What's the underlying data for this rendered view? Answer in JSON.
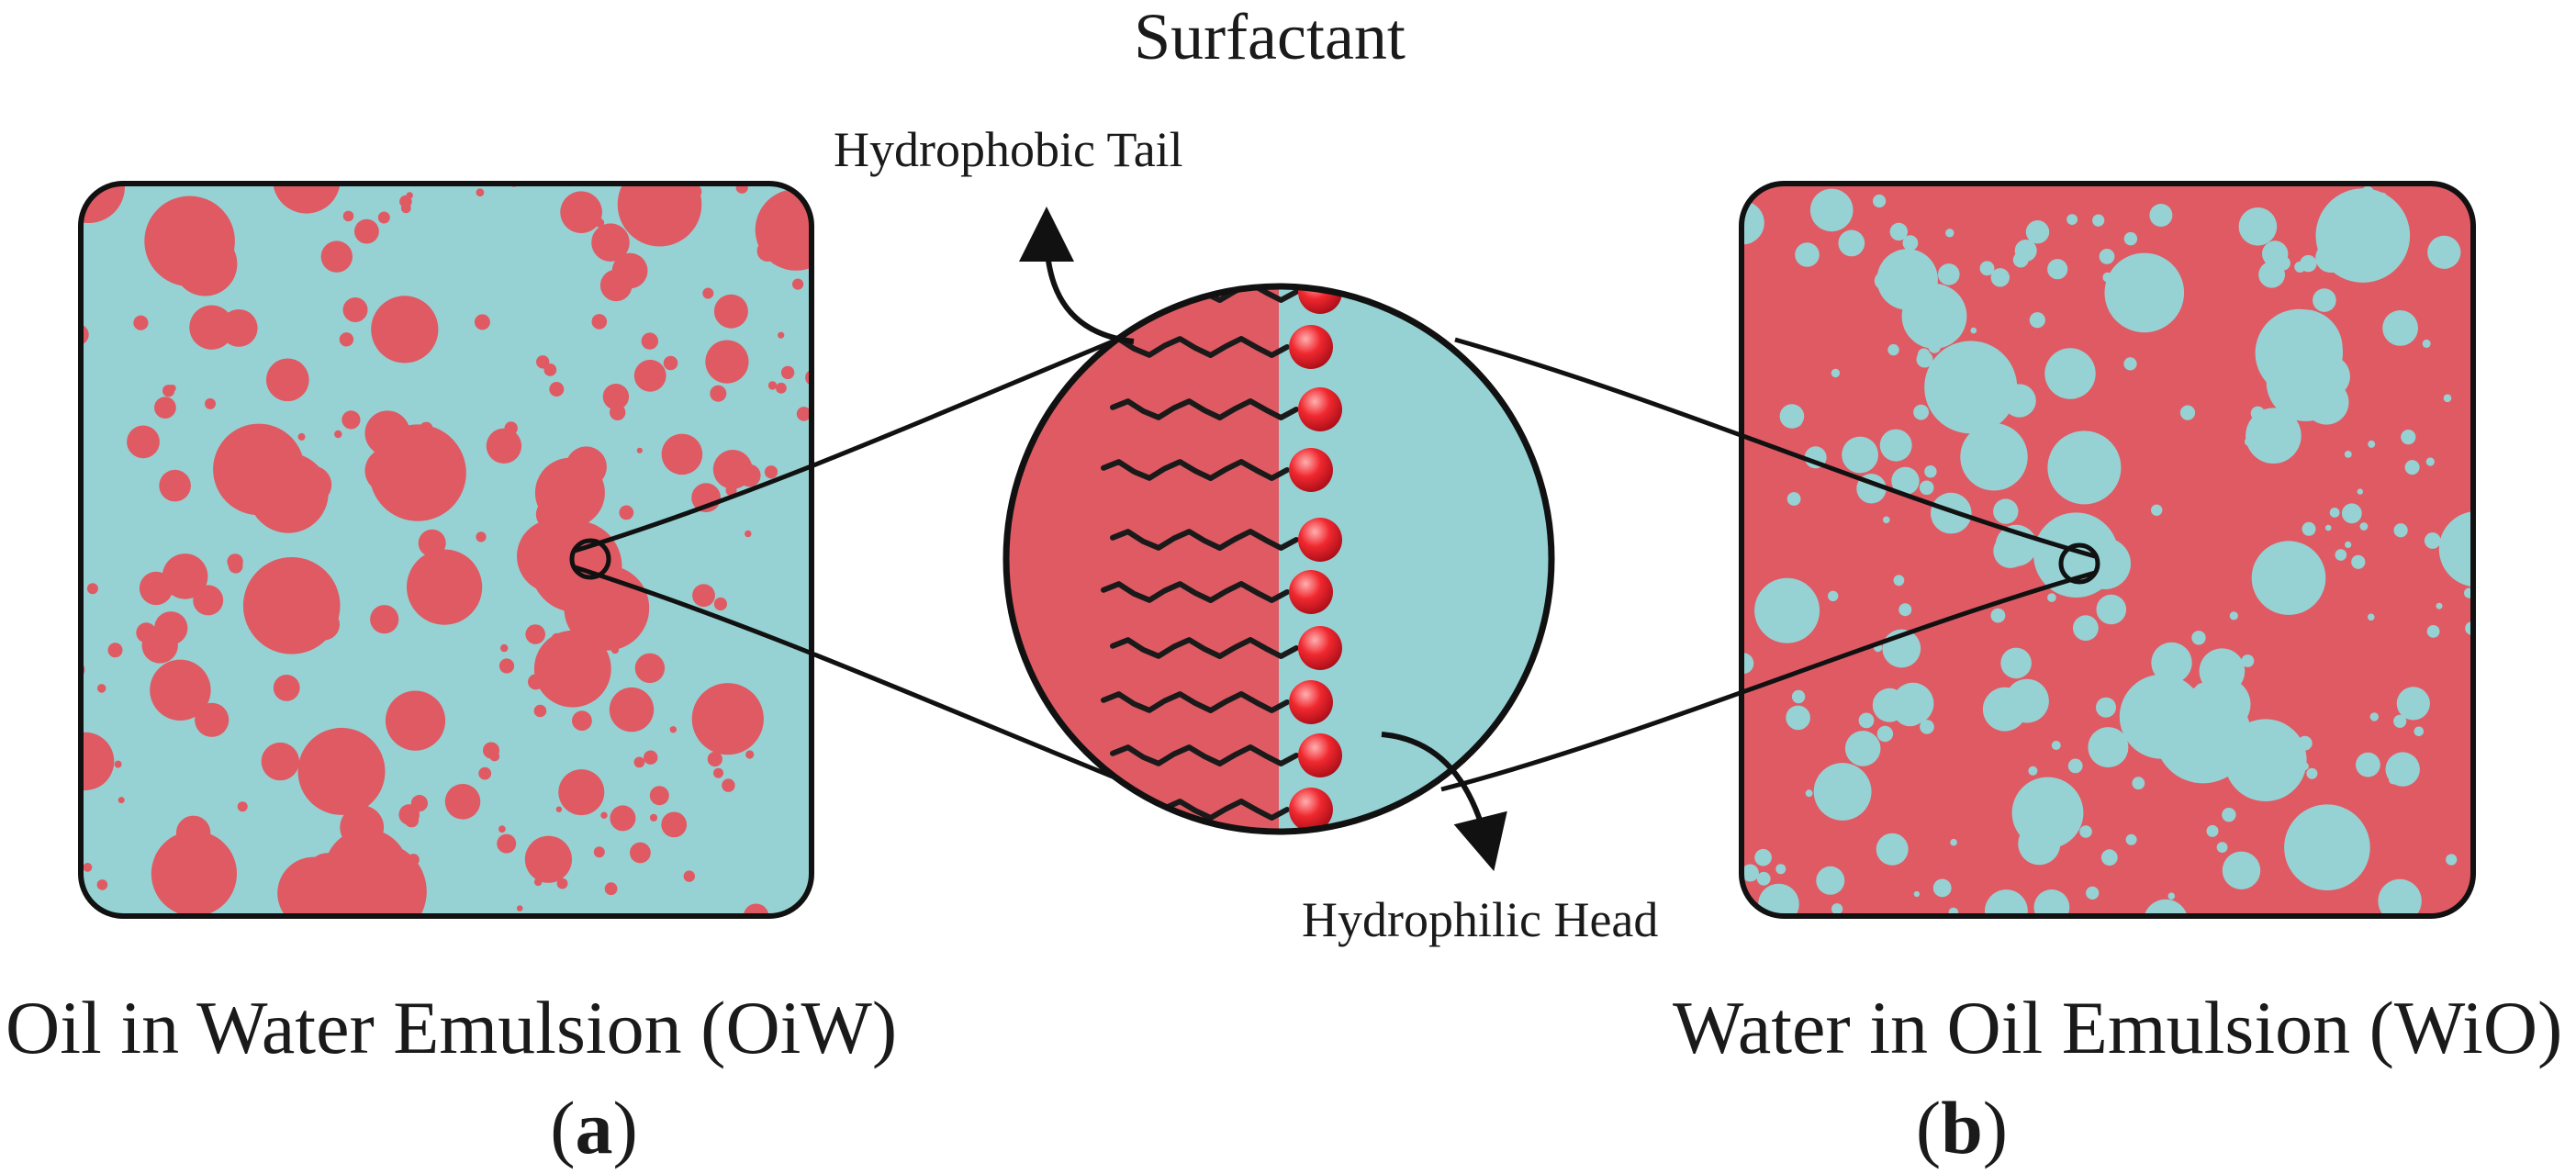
{
  "figure": {
    "title": "Surfactant",
    "labels": {
      "tail": "Hydrophobic Tail",
      "head": "Hydrophilic Head"
    },
    "panels": [
      {
        "caption": "Oil in Water Emulsion (OiW)",
        "open": "(",
        "letter": "a",
        "close": ")"
      },
      {
        "caption": "Water in Oil Emulsion (WiO)",
        "open": "(",
        "letter": "b",
        "close": ")"
      }
    ],
    "colors": {
      "oil": "#e05a63",
      "water": "#96d2d4",
      "outline": "#111111",
      "head_highlight": "#ff8f8f",
      "head_shade": "#c20f1c"
    }
  }
}
